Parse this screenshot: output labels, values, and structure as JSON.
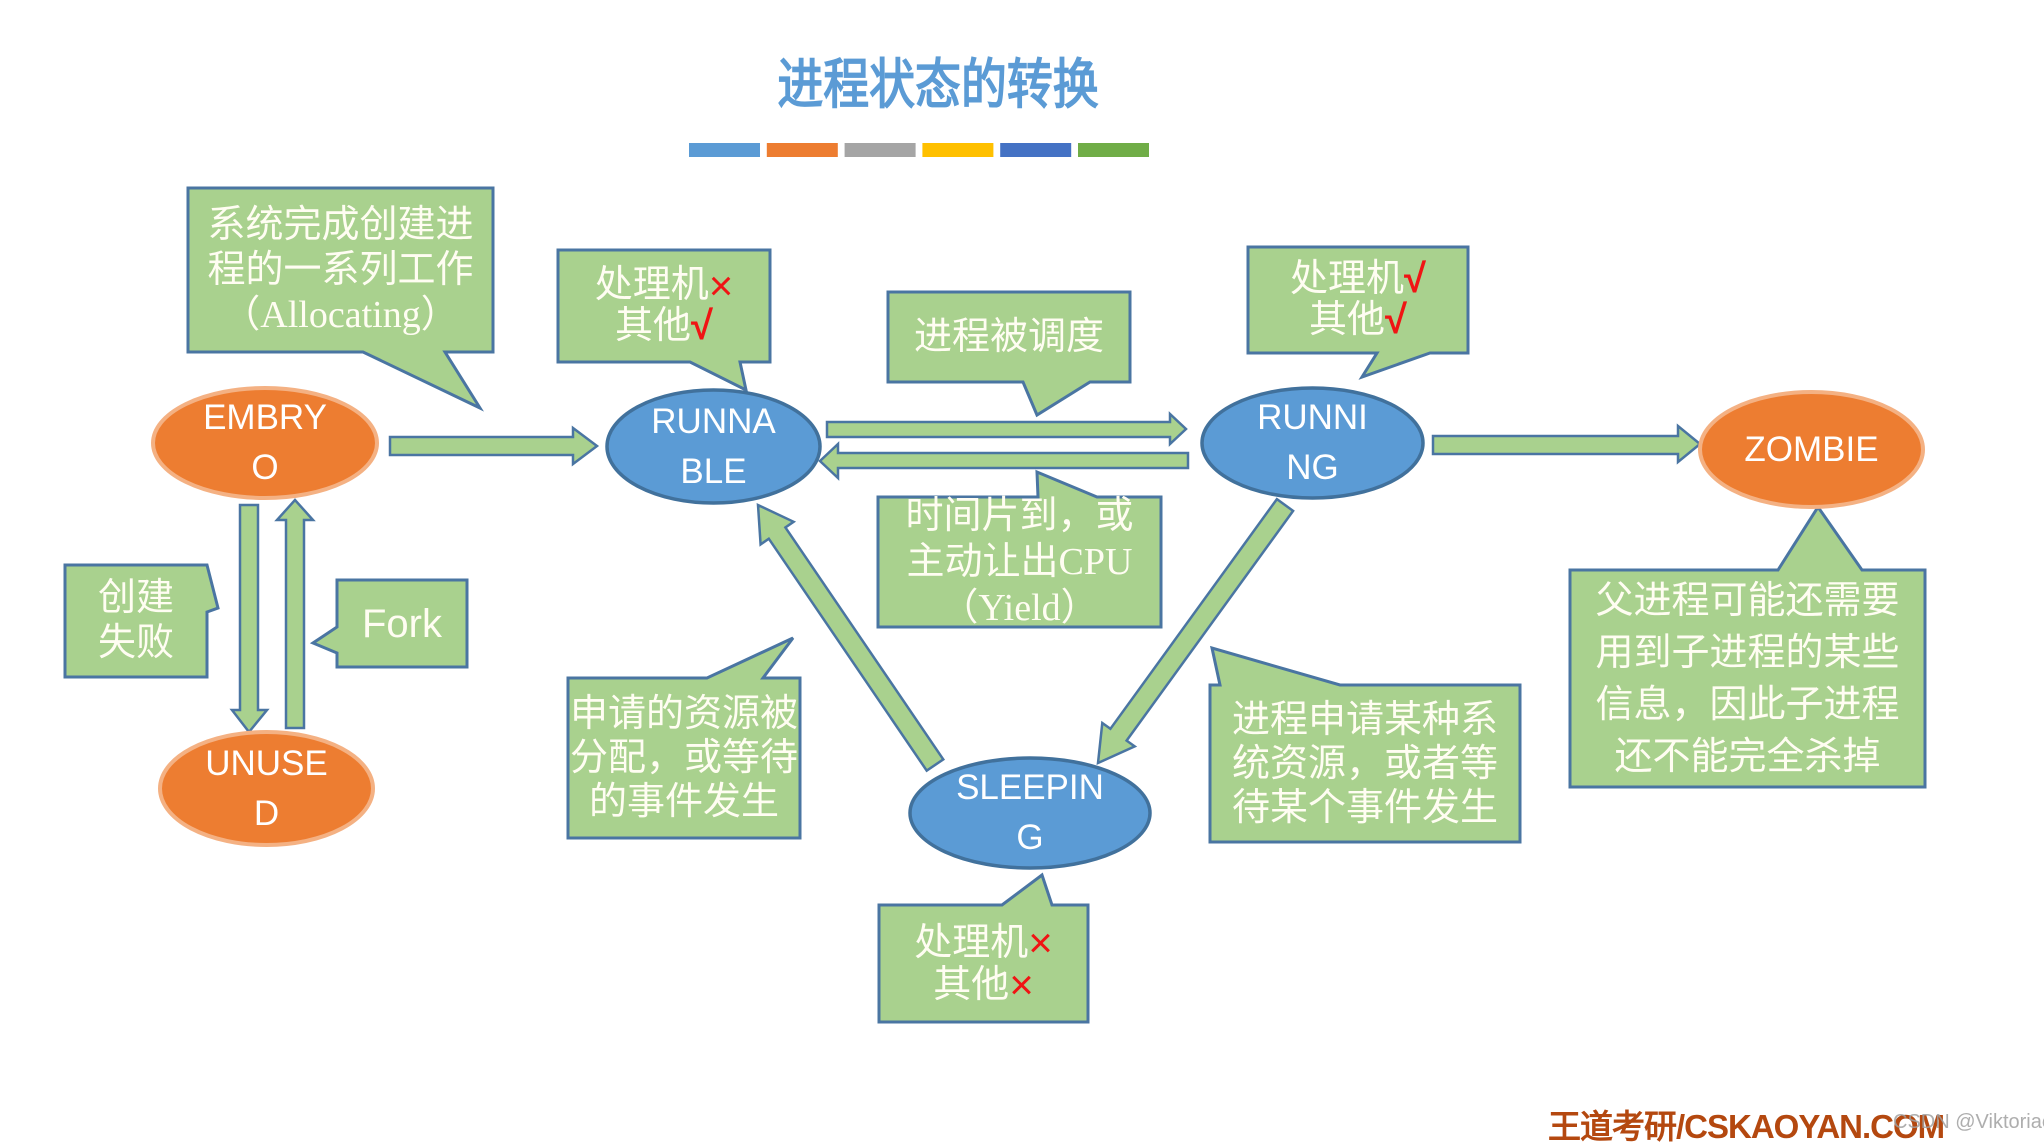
{
  "title": "进程状态的转换",
  "legend_bar_colors": [
    "#5B9BD5",
    "#ED7D31",
    "#A5A5A5",
    "#FFC000",
    "#4472C4",
    "#70AD47"
  ],
  "states": {
    "embryo": {
      "line1": "EMBRY",
      "line2": "O"
    },
    "runnable": {
      "line1": "RUNNA",
      "line2": "BLE"
    },
    "running": {
      "line1": "RUNNI",
      "line2": "NG"
    },
    "zombie": {
      "line1": "ZOMBIE"
    },
    "unused": {
      "line1": "UNUSE",
      "line2": "D"
    },
    "sleeping": {
      "line1": "SLEEPIN",
      "line2": "G"
    }
  },
  "callouts": {
    "allocating": {
      "line1": "系统完成创建进",
      "line2": "程的一系列工作",
      "line3": "（Allocating）"
    },
    "runnable_note": {
      "line1_label": "处理机",
      "line1_mark": "×",
      "line2_label": "其他",
      "line2_mark": "√"
    },
    "scheduled": {
      "line1": "进程被调度"
    },
    "yield": {
      "line1": "时间片到，或",
      "line2": "主动让出CPU",
      "line3": "（Yield）"
    },
    "running_note": {
      "line1_label": "处理机",
      "line1_mark": "√",
      "line2_label": "其他",
      "line2_mark": "√"
    },
    "zombie_note": {
      "line1": "父进程可能还需要",
      "line2": "用到子进程的某些",
      "line3": "信息，因此子进程",
      "line4": "还不能完全杀掉"
    },
    "create_fail": {
      "line1": "创建",
      "line2": "失败"
    },
    "fork": {
      "line1": "Fork"
    },
    "resource_ready": {
      "line1": "申请的资源被",
      "line2": "分配，或等待",
      "line3": "的事件发生"
    },
    "request_resource": {
      "line1": "进程申请某种系",
      "line2": "统资源，或者等",
      "line3": "待某个事件发生"
    },
    "sleeping_note": {
      "line1_label": "处理机",
      "line1_mark": "×",
      "line2_label": "其他",
      "line2_mark": "×"
    }
  },
  "footer": {
    "brand": "王道考研/CSKAOYAN.COM",
    "watermark": "CSDN @Viktoriae"
  },
  "colors": {
    "green_fill": "#A9D18E",
    "shape_border": "#4A75A2",
    "blue_fill": "#5B9BD5",
    "blue_border": "#41719C",
    "orange_fill": "#ED7D31",
    "orange_border": "#F4B183",
    "title_blue": "#5B9BD5",
    "mark_red": "#F01414",
    "brand_red": "#B4480F",
    "watermark_gray": "#A6A6A6"
  }
}
